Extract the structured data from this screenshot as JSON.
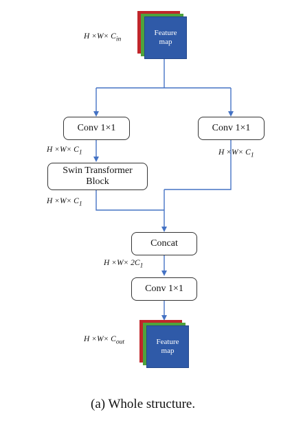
{
  "top_feature_map": {
    "label_line1": "Feature",
    "label_line2": "map",
    "dim_prefix": "H ×W× ",
    "dim_var": "C",
    "dim_sub": "in"
  },
  "conv_left": {
    "label": "Conv 1×1"
  },
  "conv_right": {
    "label": "Conv 1×1"
  },
  "dim_conv_left": {
    "prefix": "H ×W× ",
    "var": "C",
    "sub": "1"
  },
  "dim_conv_right": {
    "prefix": "H ×W× ",
    "var": "C",
    "sub": "1"
  },
  "swin_block": {
    "line1": "Swin Transformer",
    "line2": "Block"
  },
  "dim_swin": {
    "prefix": "H ×W× ",
    "var": "C",
    "sub": "1"
  },
  "concat": {
    "label": "Concat"
  },
  "dim_concat": {
    "prefix": "H ×W× 2",
    "var": "C",
    "sub": "1"
  },
  "conv_bottom": {
    "label": "Conv 1×1"
  },
  "bottom_feature_map": {
    "label_line1": "Feature",
    "label_line2": "map",
    "dim_prefix": "H ×W× ",
    "dim_var": "C",
    "dim_sub": "out"
  },
  "caption": "(a) Whole structure.",
  "colors": {
    "arrow": "#4472c4",
    "blue": "#2f5aa8",
    "green": "#4fa33c",
    "red": "#c0262b"
  }
}
